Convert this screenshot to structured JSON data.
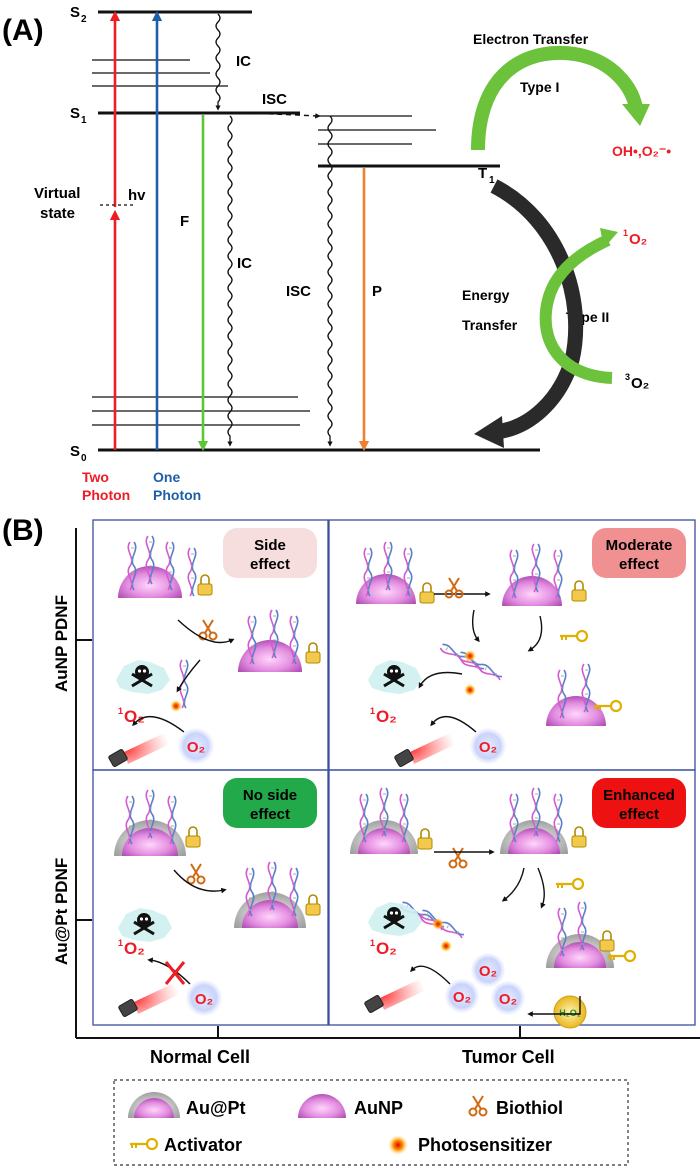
{
  "panel_a": {
    "title": "(A)",
    "levels": {
      "s2": "S",
      "s2_sub": "2",
      "s1": "S",
      "s1_sub": "1",
      "s0": "S",
      "s0_sub": "0",
      "t1": "T",
      "t1_sub": "1"
    },
    "labels": {
      "ic_top": "IC",
      "ic_mid": "IC",
      "isc_arrow": "ISC",
      "isc_vertical": "ISC",
      "virtual": "Virtual",
      "state": "state",
      "hv": "hv",
      "f": "F",
      "p": "P",
      "electron_transfer": "Electron Transfer",
      "type1": "Type I",
      "type2": "Type II",
      "energy_transfer_1": "Energy",
      "energy_transfer_2": "Transfer",
      "radicals": "OH•,O₂⁻•",
      "singlet_o2_sup": "1",
      "singlet_o2": "O₂",
      "triplet_o2_sup": "3",
      "triplet_o2": "O₂",
      "two_photon_1": "Two",
      "two_photon_2": "Photon",
      "one_photon_1": "One",
      "one_photon_2": "Photon"
    },
    "colors": {
      "two_photon": "#ee1c24",
      "one_photon": "#1f5fa8",
      "fluorescence": "#5cc734",
      "phosphorescence": "#f08030",
      "type_green": "#6cc23a",
      "energy_dark": "#2a2a2a",
      "radical_red": "#ee1c24"
    }
  },
  "panel_b": {
    "title": "(B)",
    "y_axis": {
      "top": "AuNP PDNF",
      "bottom": "Au@Pt PDNF"
    },
    "x_axis": {
      "left": "Normal Cell",
      "right": "Tumor Cell"
    },
    "badges": {
      "side_effect": [
        "Side",
        "effect"
      ],
      "moderate_effect": [
        "Moderate",
        "effect"
      ],
      "no_side_effect": [
        "No side",
        "effect"
      ],
      "enhanced_effect": [
        "Enhanced",
        "effect"
      ]
    },
    "badge_colors": {
      "side_effect": "#f6dede",
      "moderate_effect": "#f09090",
      "no_side_effect": "#22a94a",
      "enhanced_effect": "#ee1111"
    },
    "singlet_o2": {
      "sup": "1",
      "main": "O₂"
    },
    "o2": "O₂",
    "h2o2": "H₂O₂",
    "legend": {
      "au_pt": "Au@Pt",
      "aunp": "AuNP",
      "biothiol": "Biothiol",
      "activator": "Activator",
      "photosensitizer": "Photosensitizer"
    }
  }
}
